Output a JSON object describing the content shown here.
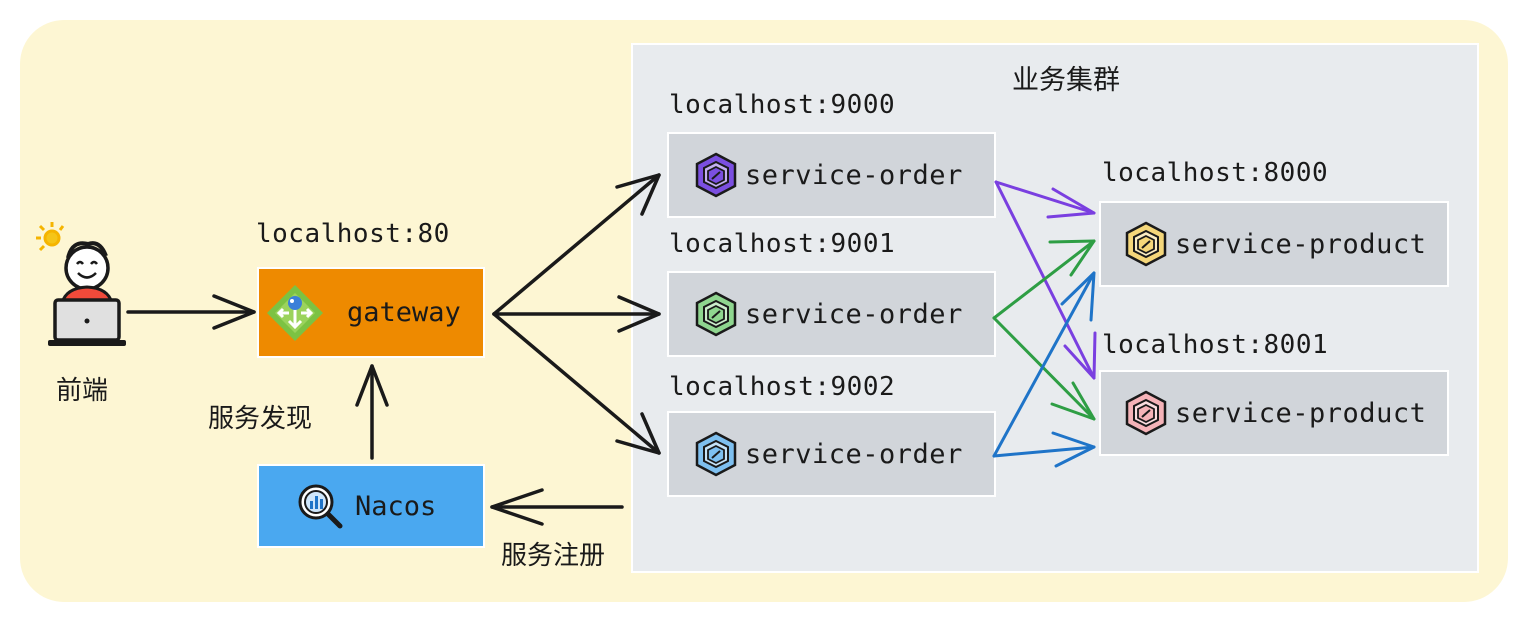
{
  "cluster": {
    "title": "业务集群"
  },
  "frontend": {
    "label": "前端"
  },
  "gateway": {
    "host": "localhost:80",
    "label": "gateway"
  },
  "nacos": {
    "label": "Nacos"
  },
  "edges": {
    "discovery": "服务发现",
    "registration": "服务注册"
  },
  "orders": [
    {
      "host": "localhost:9000",
      "label": "service-order",
      "icon": "hexagon-cube-icon",
      "color": "#7b4fe0"
    },
    {
      "host": "localhost:9001",
      "label": "service-order",
      "icon": "hexagon-cube-icon",
      "color": "#8fd68f"
    },
    {
      "host": "localhost:9002",
      "label": "service-order",
      "icon": "hexagon-cube-icon",
      "color": "#7ec0f0"
    }
  ],
  "products": [
    {
      "host": "localhost:8000",
      "label": "service-product",
      "icon": "hexagon-cube-icon",
      "color": "#f5d77a"
    },
    {
      "host": "localhost:8001",
      "label": "service-product",
      "icon": "hexagon-cube-icon",
      "color": "#f5b3b8"
    }
  ],
  "colors": {
    "background": "#fdf6d3",
    "cluster": "#e8ebee",
    "node": "#d1d5da",
    "gateway": "#ee8a00",
    "nacos": "#4aa8f0",
    "arrow_black": "#1a1a1a",
    "arrow_purple": "#7a3fe0",
    "arrow_green": "#2e9e44",
    "arrow_blue": "#1f74c8"
  }
}
